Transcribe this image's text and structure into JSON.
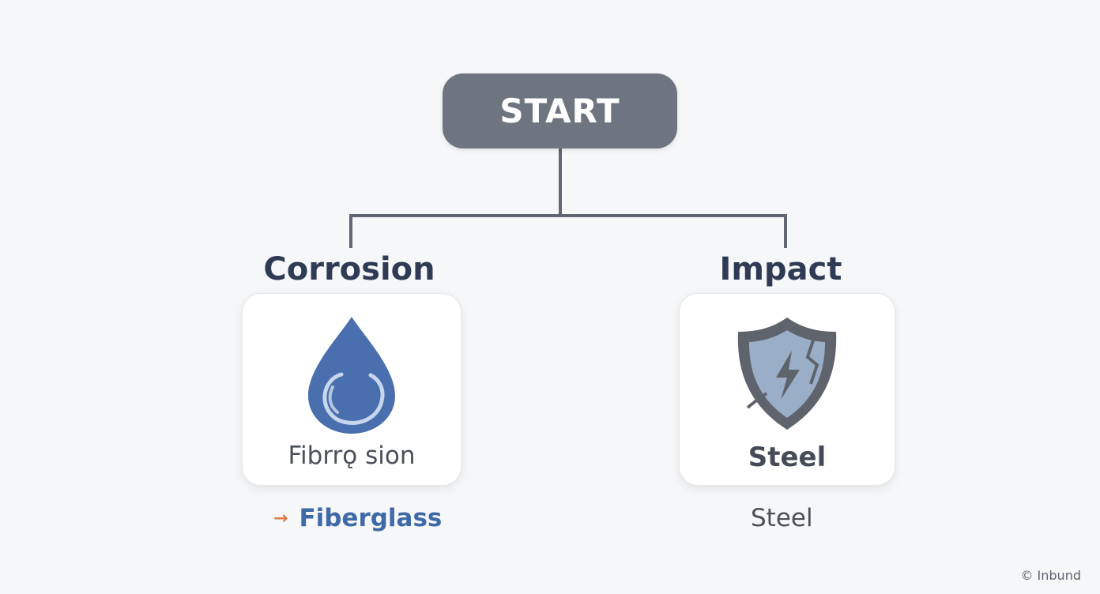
{
  "start": {
    "label": "START"
  },
  "branches": [
    {
      "title": "Corrosion",
      "icon": "water-drop-icon",
      "card_label": "Fibrrǫ sion",
      "result_marker": "→",
      "result": "Fiberglass"
    },
    {
      "title": "Impact",
      "icon": "shield-lightning-icon",
      "card_label": "Steel",
      "result": "Steel"
    }
  ],
  "credit": "© Inbund",
  "colors": {
    "background": "#f6f7f8",
    "start_node": "#6f7580",
    "connector": "#606672",
    "title_text": "#2f3a54",
    "drop_blue": "#4a6fae",
    "shield_fill": "#9aaec8",
    "shield_stroke": "#5f636b",
    "result_blue": "#3f6aa8",
    "arrow_orange": "#e07a4a"
  }
}
